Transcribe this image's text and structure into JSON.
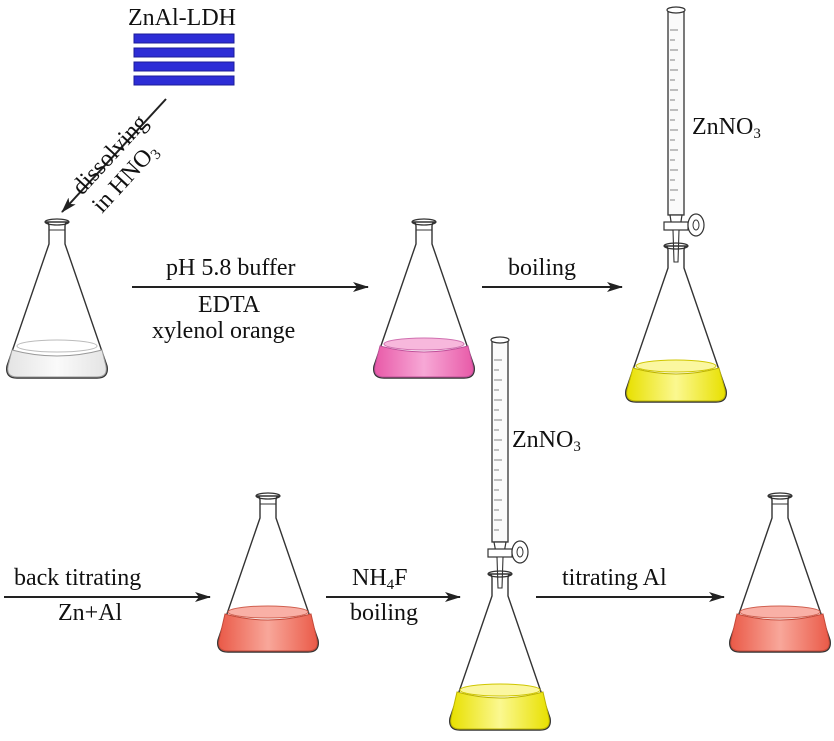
{
  "labels": {
    "material": "ZnAl-LDH",
    "dissolve_line1": "dissolving",
    "dissolve_line2_main": "in HNO",
    "dissolve_line2_sub": "3",
    "buffer_top": "pH 5.8 buffer",
    "buffer_bottom1": "EDTA",
    "buffer_bottom2": "xylenol orange",
    "boiling_1": "boiling",
    "titrant_1_main": "ZnNO",
    "titrant_1_sub": "3",
    "titrant_2_main": "ZnNO",
    "titrant_2_sub": "3",
    "back_titrating": "back titrating",
    "zn_al": "Zn+Al",
    "nh4f_a": "NH",
    "nh4f_sub": "4",
    "nh4f_b": "F",
    "boiling_2": "boiling",
    "titrating_al": "titrating Al"
  },
  "colors": {
    "ldh_layers": "#2d2dd6",
    "solution_clear": "#f2f2f2",
    "solution_pink": "#f07fc0",
    "solution_yellow": "#f5f03a",
    "solution_red": "#f0786a",
    "line": "#333333"
  }
}
